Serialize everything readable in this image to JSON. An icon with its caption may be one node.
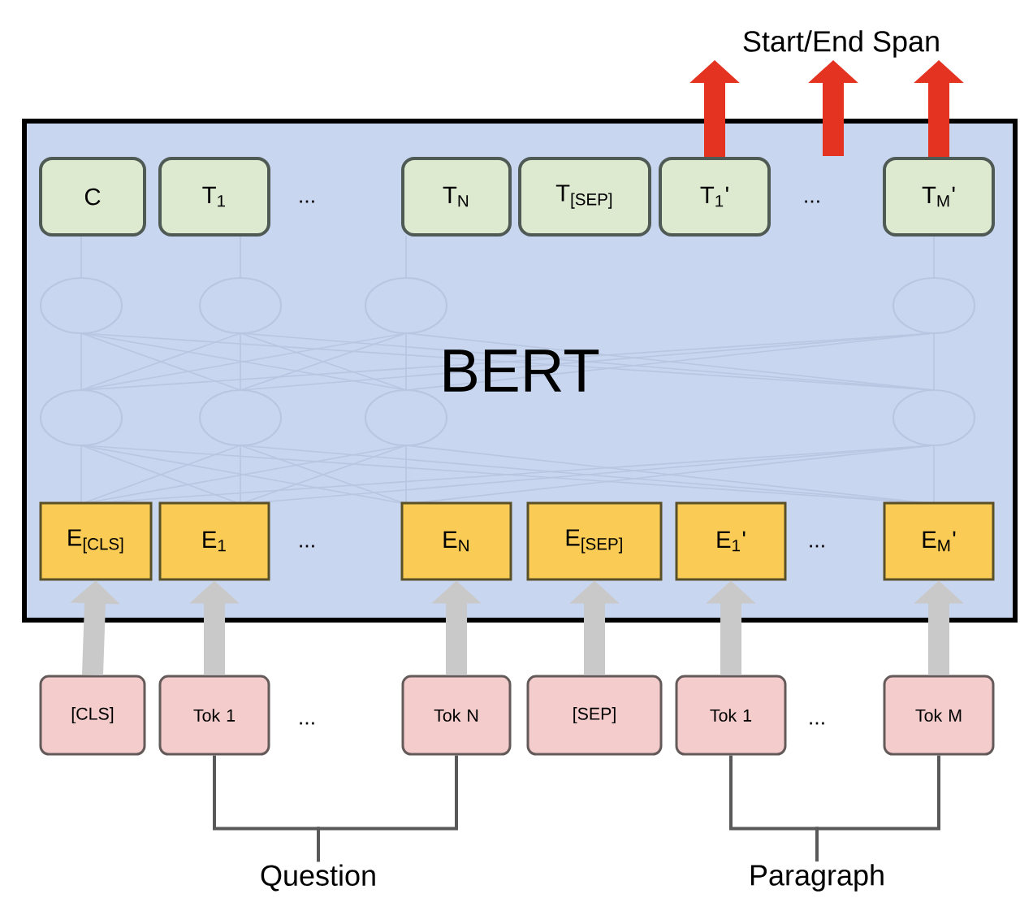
{
  "diagram": {
    "nodes": [
      {
        "text": [
          "BERT"
        ]
      },
      {
        "text": [
          "C"
        ],
        "in": 0
      },
      {
        "text": [
          "T$_{1}$"
        ],
        "in": 0
      },
      {
        "text": [
          "T$_{N}$"
        ],
        "in": 0
      },
      {
        "text": [
          "T$_{[SEP]}$"
        ],
        "in": 0
      },
      {
        "text": [
          "T$_{1}$'"
        ],
        "in": 0
      },
      {
        "text": [
          "T$_{M}$'"
        ],
        "in": 0
      },
      {
        "text": [
          "E$_{[CLS]}$"
        ],
        "in": 0
      },
      {
        "text": [
          "E$_{1}$"
        ],
        "in": 0
      },
      {
        "text": [
          "E$_{N}$"
        ],
        "in": 0
      },
      {
        "text": [
          "E$_{[SEP]}$"
        ],
        "in": 0
      },
      {
        "text": [
          "E$_{1}$'"
        ],
        "in": 0
      },
      {
        "text": [
          "E$_{M}$'"
        ],
        "in": 0
      },
      {
        "text": [
          "[CLS]"
        ]
      },
      {
        "text": [
          "Tok 1"
        ]
      },
      {
        "text": [
          "Tok N"
        ]
      },
      {
        "text": [
          "[SEP]"
        ]
      },
      {
        "text": [
          "Tok 1"
        ]
      },
      {
        "text": [
          "Tok M"
        ]
      },
      {
        "text": [
          "Question"
        ]
      },
      {
        "text": [
          "Paragraph"
        ]
      },
      {
        "text": [
          "Start/End Span"
        ]
      }
    ],
    "edges": [
      {
        "from": 5,
        "to": 21,
        "arrow": "to",
        "color": "#e53322"
      },
      {
        "from": null,
        "to": 21,
        "arrow": "to",
        "color": "#e53322"
      },
      {
        "from": 6,
        "to": 21,
        "arrow": "to",
        "color": "#e53322"
      },
      {
        "from": 13,
        "to": 7,
        "arrow": "to"
      },
      {
        "from": 14,
        "to": 8,
        "arrow": "to"
      },
      {
        "from": 15,
        "to": 9,
        "arrow": "to"
      },
      {
        "from": 16,
        "to": 10,
        "arrow": "to"
      },
      {
        "from": 17,
        "to": 11,
        "arrow": "to"
      },
      {
        "from": 18,
        "to": 12,
        "arrow": "to"
      },
      {
        "from": 14,
        "to": 19,
        "arrow": "none",
        "color": "#595959"
      },
      {
        "from": 15,
        "to": 19,
        "arrow": "none",
        "color": "#595959"
      },
      {
        "from": 17,
        "to": 20,
        "arrow": "none",
        "color": "#595959"
      },
      {
        "from": 18,
        "to": 20,
        "arrow": "none",
        "color": "#595959"
      }
    ],
    "labels": [
      "...",
      "...",
      "...",
      "...",
      "...",
      "..."
    ]
  }
}
